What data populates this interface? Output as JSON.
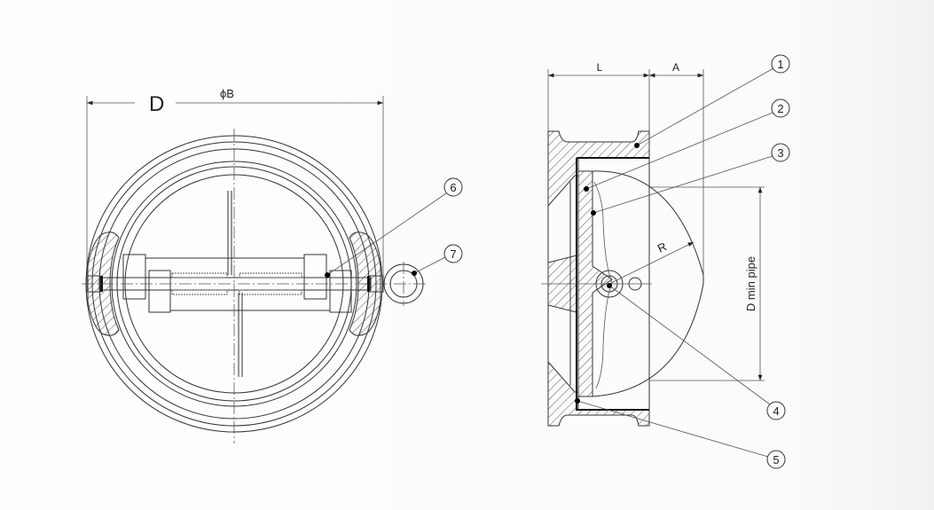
{
  "front_view": {
    "dim_d_label": "D",
    "dim_b_label": "ϕB",
    "callouts": [
      "6",
      "7"
    ]
  },
  "side_view": {
    "dim_l_label": "L",
    "dim_a_label": "A",
    "radius_label": "R",
    "pipe_label": "D min pipe",
    "callouts": [
      "1",
      "2",
      "3",
      "4",
      "5"
    ]
  }
}
